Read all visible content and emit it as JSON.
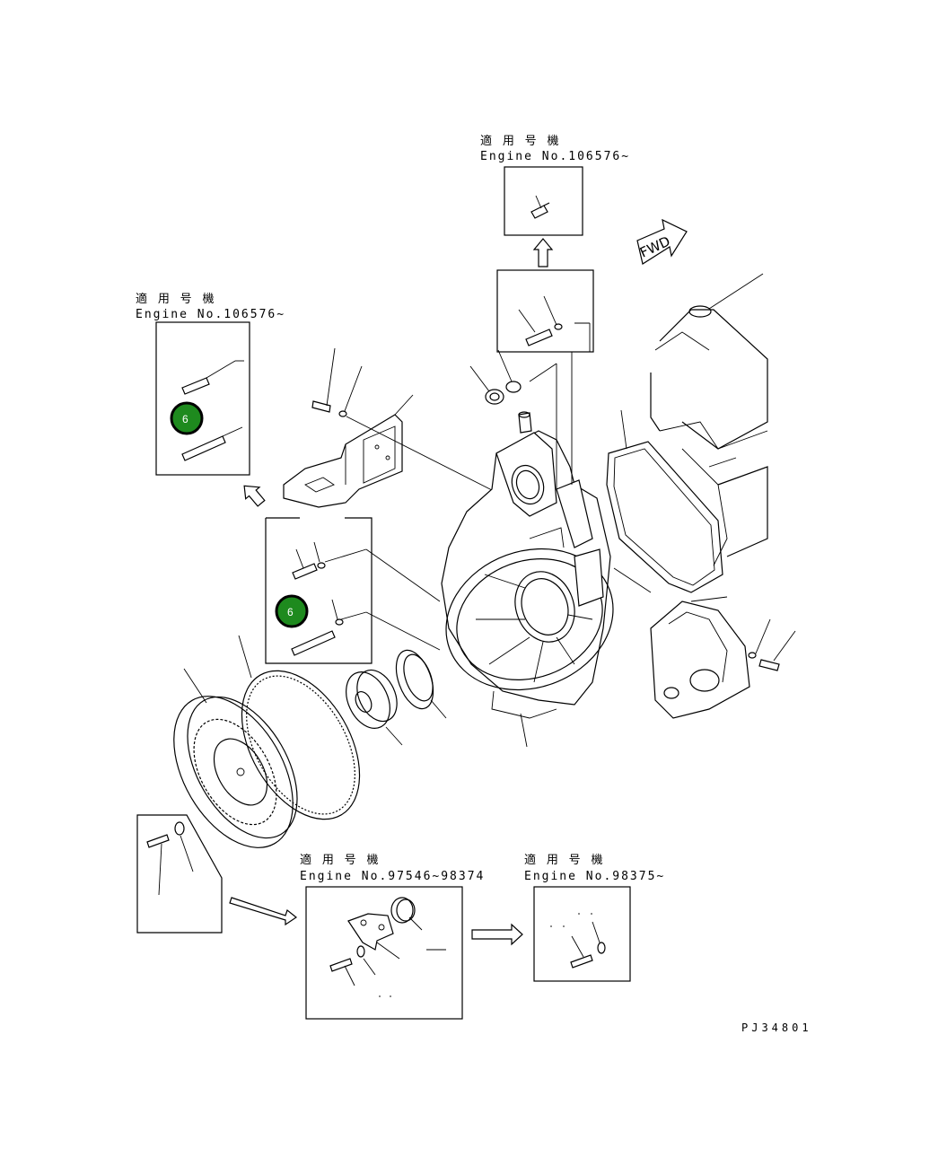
{
  "fwd_label": "FWD",
  "drawing_code": "PJ34801",
  "insets": {
    "top_right": {
      "jp": "適 用 号 機",
      "en": "Engine No.106576~"
    },
    "left": {
      "jp": "適 用 号 機",
      "en": "Engine No.106576~"
    },
    "bottom_middle": {
      "jp": "適 用 号 機",
      "en": "Engine No.97546~98374"
    },
    "bottom_right": {
      "jp": "適 用 号 機",
      "en": "Engine No.98375~"
    }
  },
  "badges": [
    {
      "label": "6"
    },
    {
      "label": "6"
    }
  ],
  "colors": {
    "badge_fill": "#1e8a1e",
    "line": "#000000",
    "background": "#ffffff"
  }
}
